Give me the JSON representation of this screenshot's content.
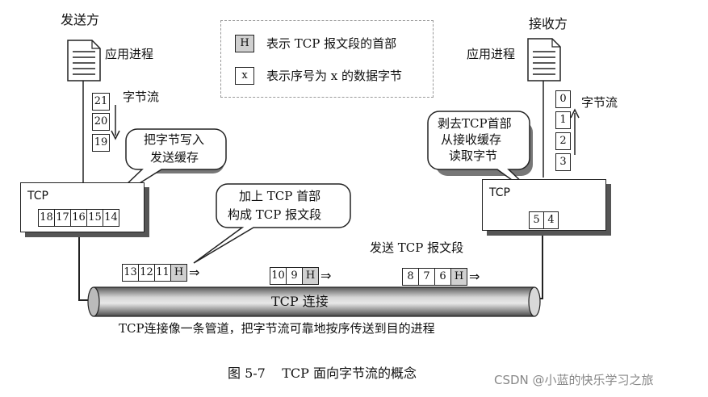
{
  "sender": {
    "title": "发送方",
    "process_label": "应用进程",
    "stream_label": "字节流",
    "stream_bytes": [
      "21",
      "20",
      "19"
    ],
    "tcp_label": "TCP",
    "buffer_bytes": [
      "18",
      "17",
      "16",
      "15",
      "14"
    ],
    "callout": [
      "把字节写入",
      "发送缓存"
    ]
  },
  "legend": {
    "header_symbol": "H",
    "header_text": "表示 TCP 报文段的首部",
    "byte_symbol": "x",
    "byte_text": "表示序号为 x 的数据字节"
  },
  "receiver": {
    "title": "接收方",
    "process_label": "应用进程",
    "stream_label": "字节流",
    "stream_bytes": [
      "0",
      "1",
      "2",
      "3"
    ],
    "tcp_label": "TCP",
    "buffer_bytes": [
      "5",
      "4"
    ],
    "callout": [
      "剥去TCP首部",
      "从接收缓存",
      "读取字节"
    ]
  },
  "middle_callout": [
    "加上 TCP 首部",
    "构成 TCP 报文段"
  ],
  "send_segments_label": "发送 TCP 报文段",
  "segments": [
    {
      "bytes": [
        "13",
        "12",
        "11"
      ],
      "header": "H"
    },
    {
      "bytes": [
        "10",
        "9"
      ],
      "header": "H"
    },
    {
      "bytes": [
        "8",
        "7",
        "6"
      ],
      "header": "H"
    }
  ],
  "pipe_label": "TCP 连接",
  "pipe_caption": "TCP连接像一条管道，把字节流可靠地按序传送到目的进程",
  "figure_caption": "图 5-7    TCP 面向字节流的概念",
  "watermark": "CSDN @小蓝的快乐学习之旅",
  "colors": {
    "pipe_dark": "#6e6e6e",
    "pipe_light": "#cfcfcf",
    "header_cell": "#d0d0d0",
    "legend_border": "#999999"
  }
}
